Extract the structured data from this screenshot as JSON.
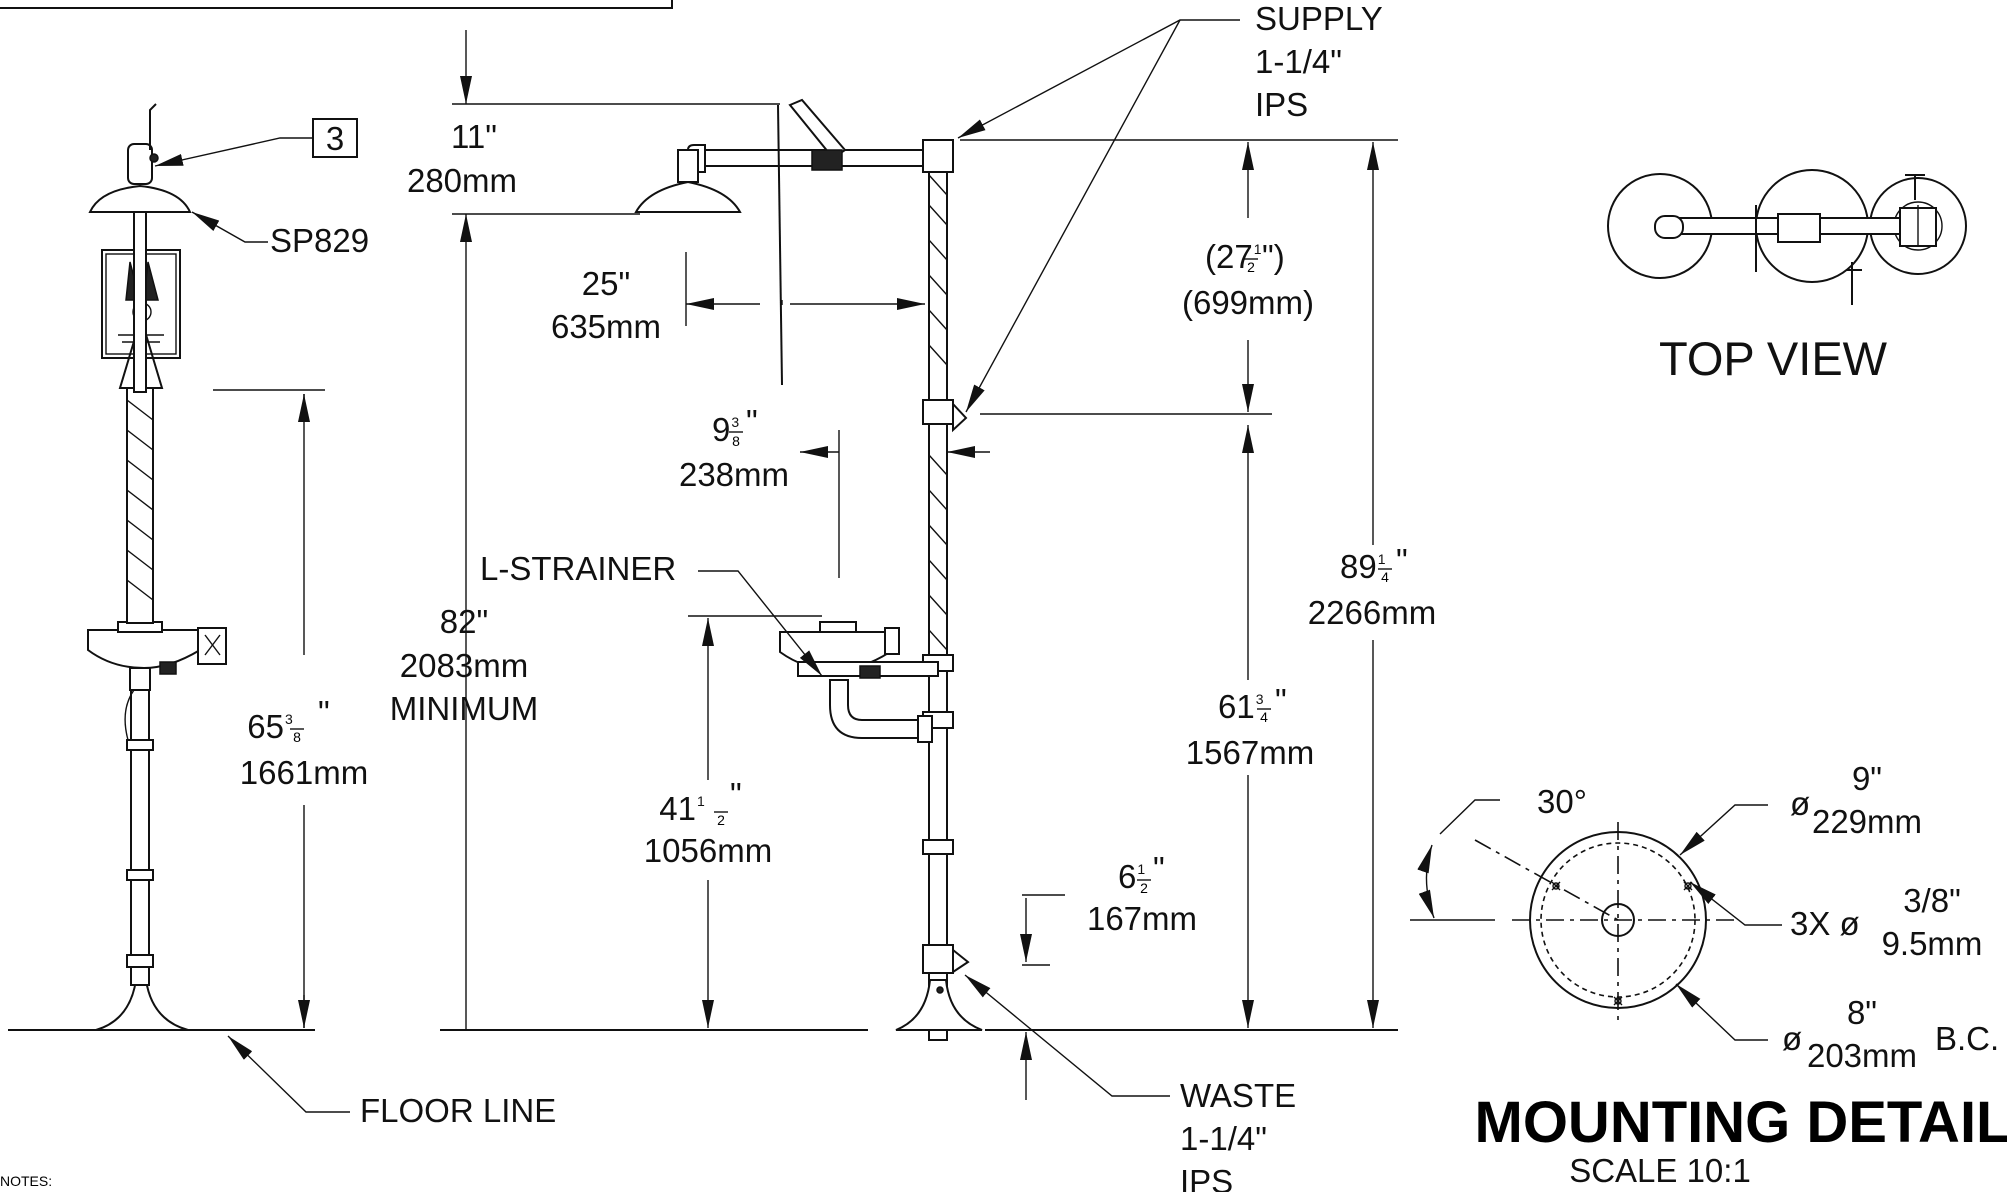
{
  "labels": {
    "supply": [
      "SUPPLY",
      "1-1/4\"",
      "IPS"
    ],
    "waste": [
      "WASTE",
      "1-1/4\"",
      "IPS"
    ],
    "floor_line": "FLOOR LINE",
    "l_strainer": "L-STRAINER",
    "sp829": "SP829",
    "callout_3": "3",
    "notes": "NOTES:",
    "top_view": "TOP VIEW",
    "mounting_detail": "MOUNTING DETAIL",
    "scale": "SCALE 10:1"
  },
  "dimensions": {
    "d11": [
      "11\"",
      "280mm"
    ],
    "d25": [
      "25\"",
      "635mm"
    ],
    "d938": [
      "9",
      "3",
      "8",
      "\"",
      "238mm"
    ],
    "d82": [
      "82\"",
      "2083mm",
      "MINIMUM"
    ],
    "d6538": [
      "65",
      "3",
      "8",
      "\"",
      "1661mm"
    ],
    "d2712": [
      "(27",
      "1",
      "2",
      "\")",
      "(699mm)"
    ],
    "d8914": [
      "89",
      "1",
      "4",
      "\"",
      "2266mm"
    ],
    "d6134": [
      "61",
      "3",
      "4",
      "\"",
      "1567mm"
    ],
    "d4112": [
      "41",
      "1",
      "2",
      "\"",
      "1056mm"
    ],
    "d612": [
      "6",
      "1",
      "2",
      "\"",
      "167mm"
    ]
  },
  "mounting": {
    "angle": "30°",
    "dia_9": [
      "ø",
      "9\"",
      "229mm"
    ],
    "holes": [
      "3X ø",
      "3/8\"",
      "9.5mm"
    ],
    "bc": [
      "ø",
      "8\"",
      "203mm",
      "B.C."
    ]
  }
}
